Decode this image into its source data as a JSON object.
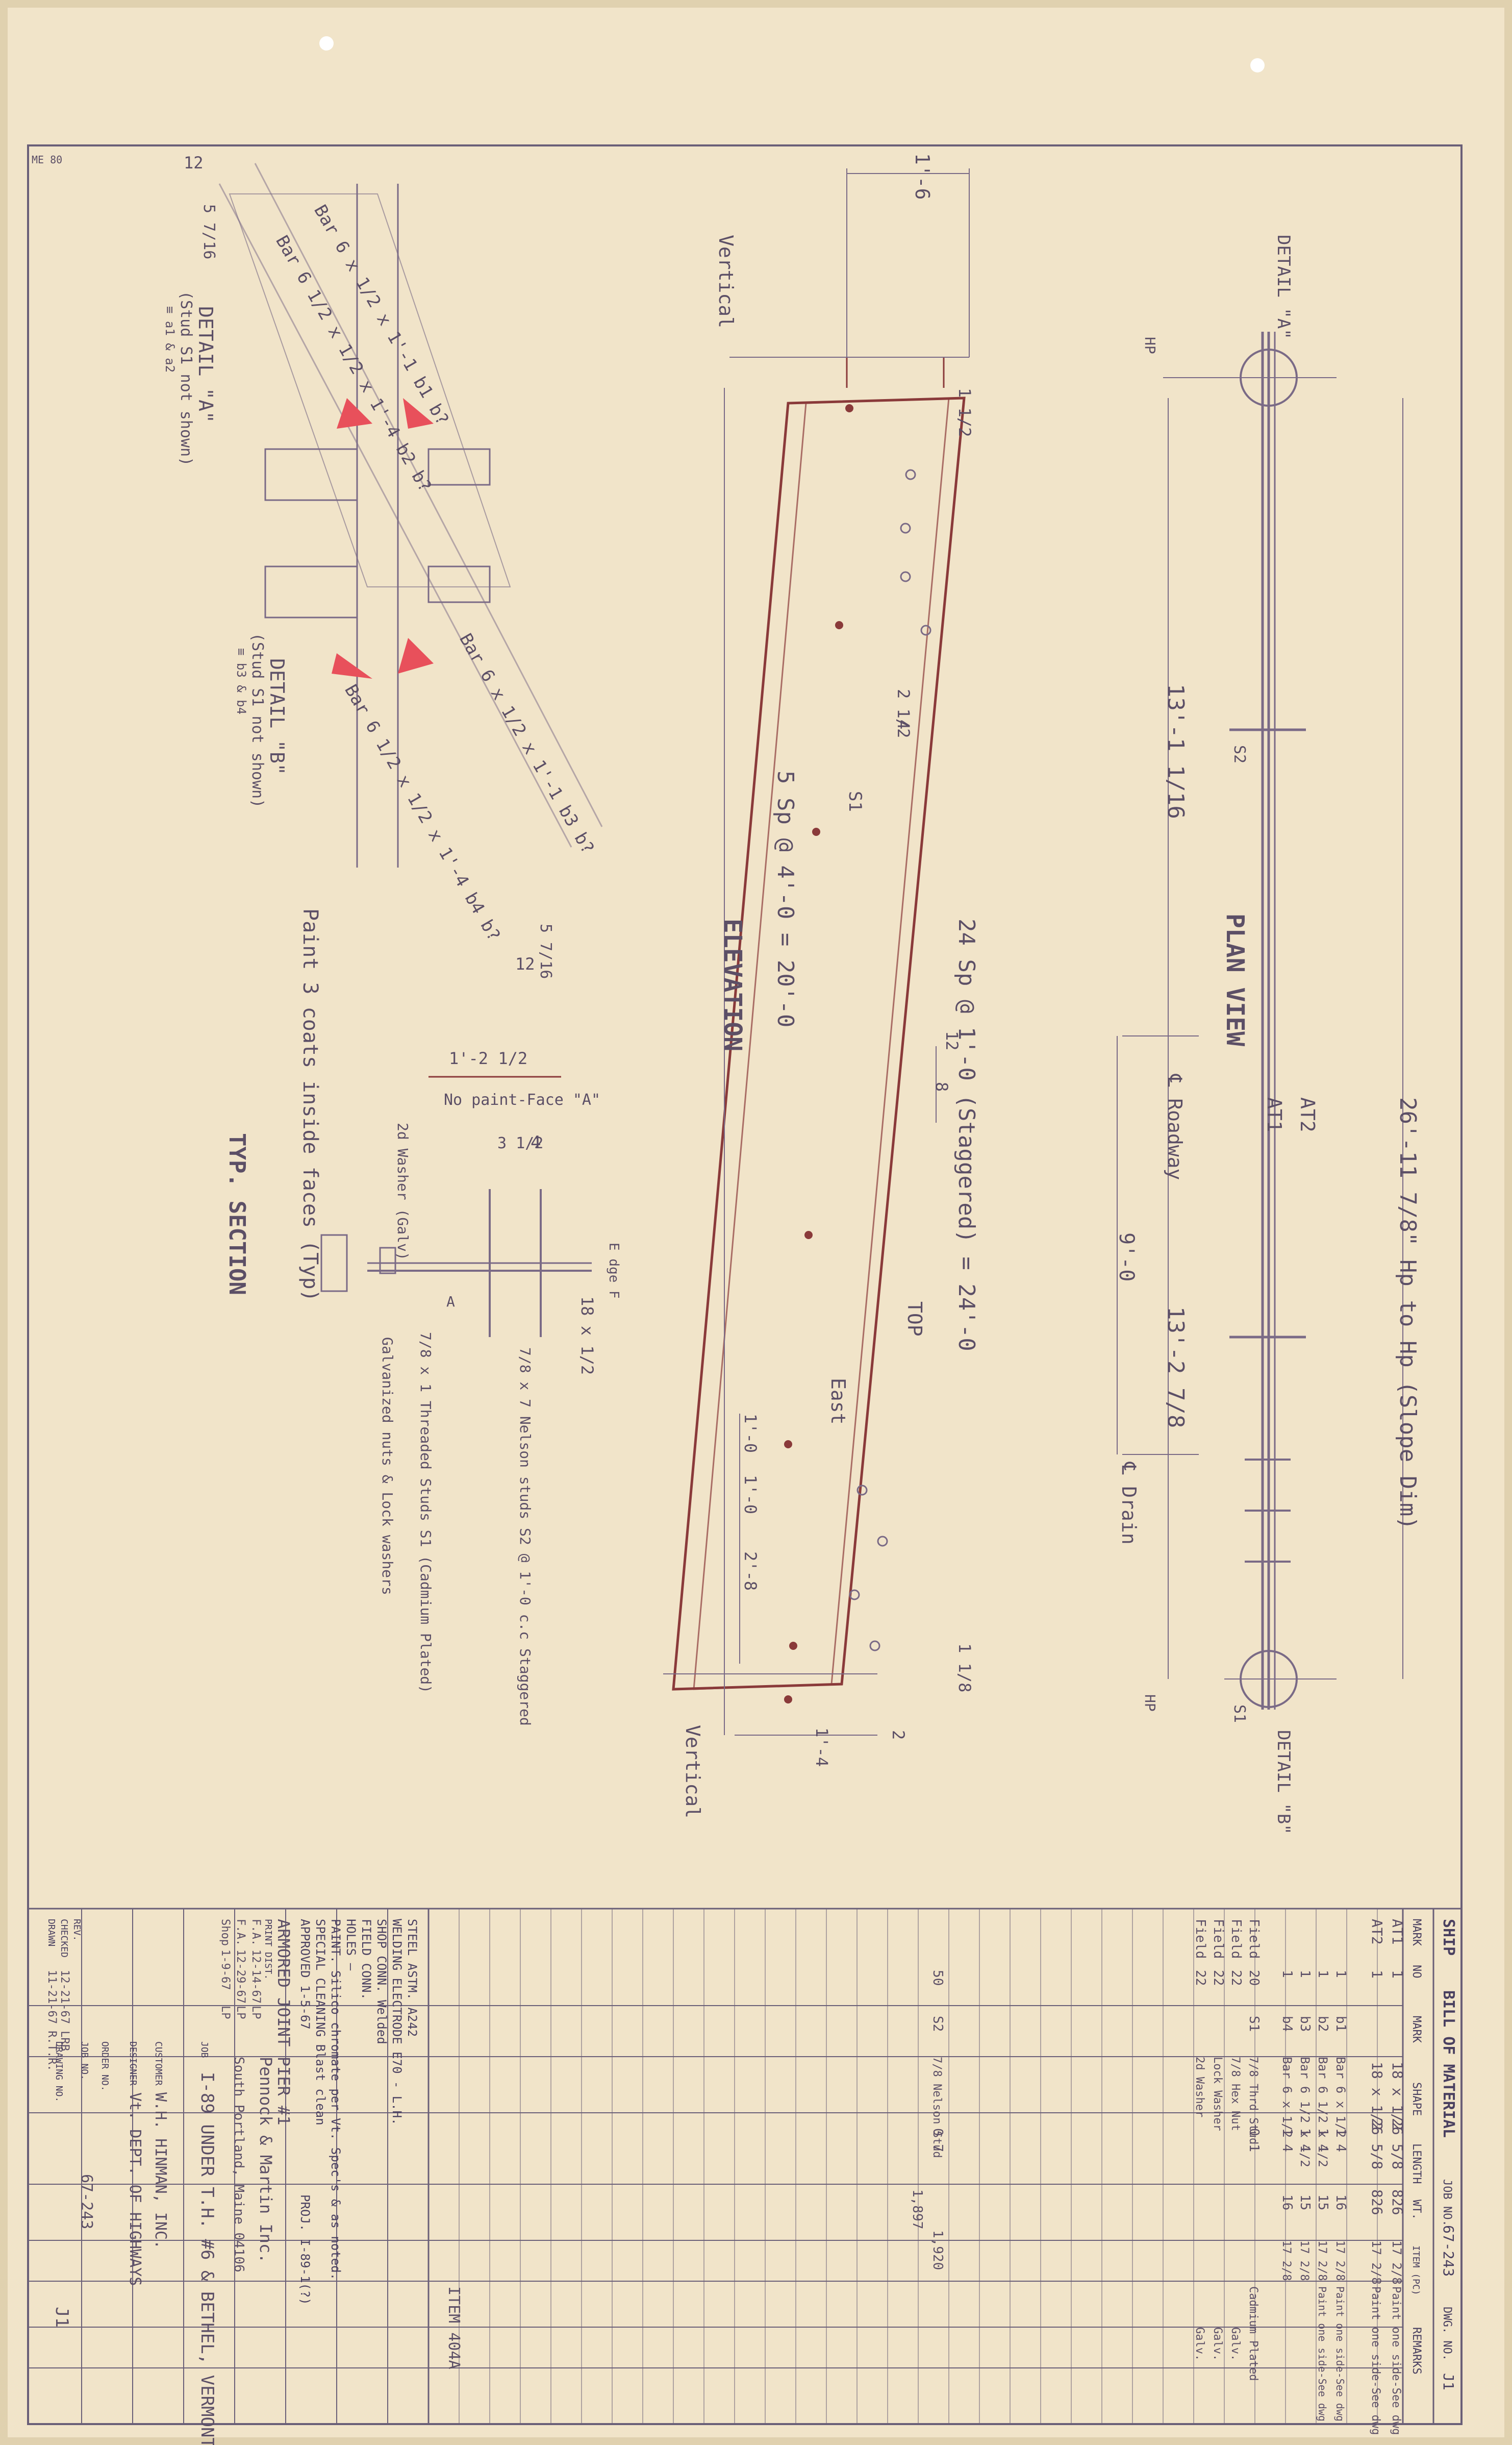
{
  "colors": {
    "paper": "#f1e4c9",
    "pencil": "#5c4f66",
    "red_ink": "#8a3a3a",
    "highlight": "#e8505b",
    "border": "#6a5f78"
  },
  "plan": {
    "title": "PLAN VIEW",
    "span": "26'-11 7/8\" Hp to Hp (Slope Dim)",
    "left_dim": "13'-1 1/16",
    "right_dim": "13'-2 7/8",
    "roadway": "℄ Roadway",
    "drain": "℄ Drain",
    "drain_dim": "9'-0",
    "hp_label": "HP",
    "at1": "AT1",
    "at2": "AT2",
    "s1": "S1",
    "s2": "S2",
    "detail_a": "DETAIL \"A\"",
    "detail_b": "DETAIL \"B\""
  },
  "elevation": {
    "title": "ELEVATION",
    "top_dim": "1'-6",
    "vertical": "Vertical",
    "stud_spacing_top": "24 Sp @ 1'-0 (Staggered) = 24'-0",
    "stud_spacing_bottom": "5 Sp @ 4'-0 = 20'-0",
    "east": "East",
    "top": "TOP",
    "s1": "S1",
    "dims": [
      "1 1/2",
      "2 1/2",
      "4",
      "12",
      "8",
      "1'-0",
      "1'-0",
      "2'-8",
      "1'-4",
      "2",
      "1 1/8"
    ]
  },
  "detail_a": {
    "title": "DETAIL \"A\"",
    "note": "(Stud S1 not shown)",
    "note2": "≡ a1 & a2",
    "bar1": "Bar 6 x 1/2 x 1'-1 b1 b?",
    "bar2": "Bar 6 1/2 x 1/2 x 1'-4 b2 b?",
    "slope": "12",
    "slope2": "5 7/16"
  },
  "detail_b": {
    "title": "DETAIL \"B\"",
    "note": "(Stud S1 not shown)",
    "note2": "≡ b3 & b4",
    "bar1": "Bar 6 x 1/2 x 1'-1 b3 b?",
    "bar2": "Bar 6 1/2 x 1/2 x 1'-4 b4 b?",
    "slope": "12",
    "slope2": "5 7/16",
    "paint_note": "Paint 3 coats inside faces (Typ)"
  },
  "section": {
    "title": "TYP. SECTION",
    "no_paint": "No paint-Face \"A\"",
    "width": "1'-2 1/2",
    "washer": "2d Washer (Galv)",
    "dims": [
      "3 1/2",
      "4"
    ],
    "edge": "E dge F",
    "bar": "18 x 1/2",
    "nelson": "7/8 x 7 Nelson studs S2 @ 1'-0 c.c Staggered",
    "threaded": "7/8 x 1 Threaded Studs S1 (Cadmium Plated)",
    "nuts": "Galvanized nuts & Lock washers",
    "face_a": "A"
  },
  "bom": {
    "header_title": "SHIP",
    "title": "BILL OF MATERIAL",
    "job_no_label": "JOB NO.",
    "job_no": "67-243",
    "dwg_no_label": "DWG. NO.",
    "dwg_no": "J1",
    "columns": [
      "MARK",
      "NO",
      "MARK",
      "SHAPE",
      "LENGTH",
      "WT.",
      "ITEM (PC)",
      "REMARKS"
    ],
    "rows": [
      {
        "mark": "AT1",
        "no": "1",
        "sub": "",
        "shape": "18 x 1/2",
        "length": "26 5/8",
        "wt": "826",
        "item": "17 2/8",
        "remarks": "Paint one side-See dwg"
      },
      {
        "mark": "AT2",
        "no": "1",
        "sub": "",
        "shape": "18 x 1/2",
        "length": "26 5/8",
        "wt": "826",
        "item": "17 2/8",
        "remarks": "Paint one side-See dwg"
      },
      {
        "mark": "",
        "no": "1",
        "sub": "b1",
        "shape": "Bar 6 x 1/2",
        "length": "1 4",
        "wt": "16",
        "item": "17 2/8",
        "remarks": "Paint one side-See dwg"
      },
      {
        "mark": "",
        "no": "1",
        "sub": "b2",
        "shape": "Bar 6 1/2 x 1/2",
        "length": "1 4",
        "wt": "15",
        "item": "17 2/8",
        "remarks": "Paint one side-See dwg"
      },
      {
        "mark": "",
        "no": "1",
        "sub": "b3",
        "shape": "Bar 6 1/2 x 1/2",
        "length": "1 4",
        "wt": "15",
        "item": "17 2/8",
        "remarks": ""
      },
      {
        "mark": "",
        "no": "1",
        "sub": "b4",
        "shape": "Bar 6 x 1/2",
        "length": "1 4",
        "wt": "16",
        "item": "17 2/8",
        "remarks": ""
      },
      {
        "mark": "Field",
        "no": "20",
        "sub": "S1",
        "shape": "7/8 Thrd Stud",
        "length": "0 1",
        "wt": "",
        "item": "",
        "remarks": "Cadmium Plated"
      },
      {
        "mark": "Field",
        "no": "22",
        "sub": "",
        "shape": "7/8 Hex Nut",
        "length": "",
        "wt": "",
        "item": "",
        "remarks": "Galv."
      },
      {
        "mark": "Field",
        "no": "22",
        "sub": "",
        "shape": "Lock Washer",
        "length": "",
        "wt": "",
        "item": "",
        "remarks": "Galv."
      },
      {
        "mark": "Field",
        "no": "22",
        "sub": "",
        "shape": "2d Washer",
        "length": "",
        "wt": "",
        "item": "",
        "remarks": "Galv."
      },
      {
        "mark": "",
        "no": "50",
        "sub": "S2",
        "shape": "7/8 Nelson Stud",
        "length": "0 7",
        "wt": "",
        "item": "",
        "remarks": ""
      }
    ],
    "total_wt": "1,897",
    "total_wt2": "1,920",
    "notes": {
      "steel": "STEEL ASTM. A242",
      "welding": "WELDING ELECTRODE E70 - L.H.",
      "shop_conn": "SHOP CONN. Welded",
      "field_conn": "FIELD CONN.",
      "holes": "HOLES —",
      "paint": "PAINT. Silico chromate per Vt. Spec's & as noted.",
      "cleaning": "SPECIAL CLEANING Blast clean",
      "approved": "APPROVED 1-5-67",
      "proj": "PROJ. I-89-1(?)"
    },
    "item": "ITEM 404A",
    "description": "ARMORED JOINT PIER #1",
    "print_dist_label": "PRINT DIST.",
    "print_dist": [
      {
        "who": "F.A.",
        "date": "12-14-67",
        "by": "LP"
      },
      {
        "who": "F.A.",
        "date": "12-29-67",
        "by": "LP"
      },
      {
        "who": "Shop",
        "date": "1-9-67",
        "by": "LP"
      }
    ],
    "company": "Pennock & Martin Inc.",
    "company_addr": "South Portland, Maine 04106",
    "job_label": "JOB",
    "job": "I-89 UNDER T.H. #6 & BETHEL, VERMONT",
    "customer_label": "CUSTOMER",
    "customer": "W.H. HINMAN, INC.",
    "designer_label": "DESIGNER",
    "designer": "Vt. DEPT. OF HIGHWAYS",
    "rev_label": "REV.",
    "checked_label": "CHECKED",
    "checked": "12-21-67 LRB",
    "drawn_label": "DRAWN",
    "drawn": "11-21-67 R.T.R.",
    "order_label": "ORDER NO.",
    "job_no2_label": "JOB NO.",
    "job_no2": "67-243",
    "drawing_label": "DRAWING NO.",
    "drawing_no": "J1"
  },
  "margin": {
    "stamp": "ME 80"
  }
}
